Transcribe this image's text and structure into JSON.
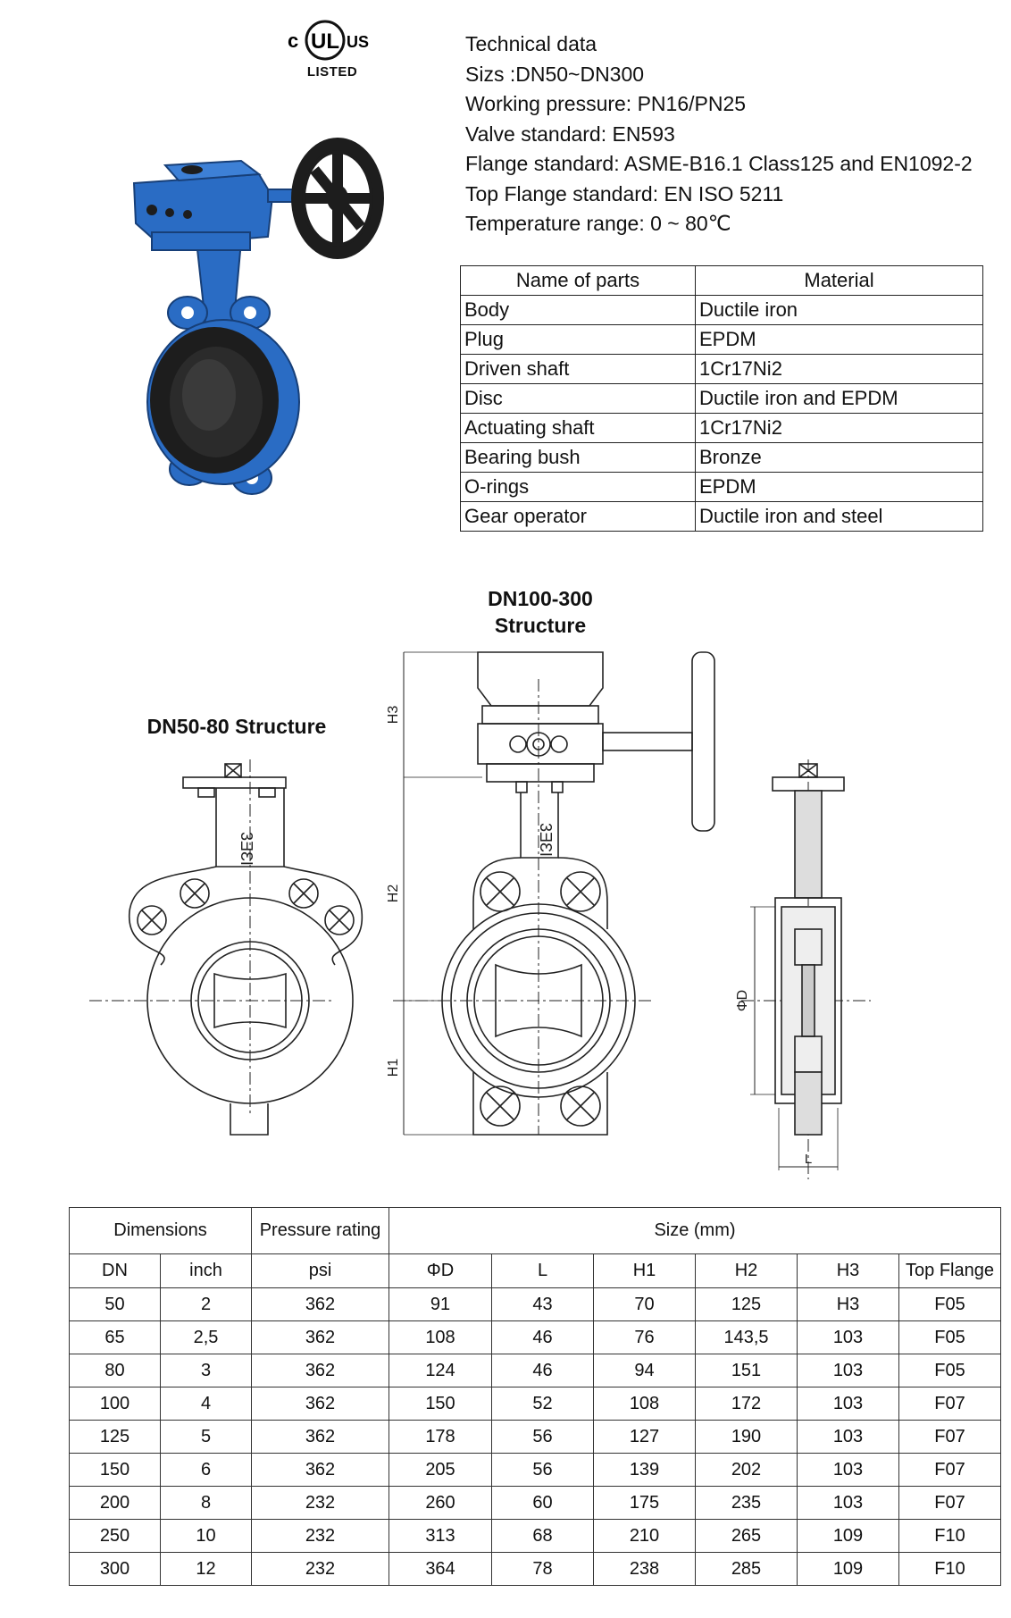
{
  "logo": {
    "left_text": "c",
    "center_text": "UL",
    "right_text": "US",
    "listed": "LISTED"
  },
  "technical_data": {
    "title": "Technical data",
    "lines": [
      "Sizs :DN50~DN300",
      "Working pressure: PN16/PN25",
      "Valve standard: EN593",
      "Flange standard:  ASME-B16.1 Class125 and EN1092-2",
      "Top Flange standard: EN ISO 5211",
      "Temperature range:   0 ~ 80℃"
    ]
  },
  "parts_table": {
    "headers": [
      "Name of parts",
      "Material"
    ],
    "rows": [
      [
        "Body",
        "Ductile iron"
      ],
      [
        "Plug",
        "EPDM"
      ],
      [
        "Driven shaft",
        "1Cr17Ni2"
      ],
      [
        "Disc",
        "Ductile iron and EPDM"
      ],
      [
        "Actuating shaft",
        "1Cr17Ni2"
      ],
      [
        "Bearing bush",
        "Bronze"
      ],
      [
        "O-rings",
        "EPDM"
      ],
      [
        "Gear operator",
        "Ductile iron and steel"
      ]
    ]
  },
  "drawings": {
    "dn100_title_1": "DN100-300",
    "dn100_title_2": "Structure",
    "dn50_title": "DN50-80 Structure",
    "body_mark": "3ƎƐI",
    "dims": {
      "h1": "H1",
      "h2": "H2",
      "h3": "H3",
      "od": "ΦD",
      "l": "L"
    }
  },
  "colors": {
    "valve_blue": "#2a6cc4",
    "valve_black": "#1d1d1d"
  },
  "dimensions_table": {
    "group_headers": {
      "dimensions": "Dimensions",
      "pressure": "Pressure rating",
      "size": "Size (mm)"
    },
    "headers": [
      "DN",
      "inch",
      "psi",
      "ΦD",
      "L",
      "H1",
      "H2",
      "H3",
      "Top Flange"
    ],
    "rows": [
      [
        "50",
        "2",
        "362",
        "91",
        "43",
        "70",
        "125",
        "H3",
        "F05"
      ],
      [
        "65",
        "2,5",
        "362",
        "108",
        "46",
        "76",
        "143,5",
        "103",
        "F05"
      ],
      [
        "80",
        "3",
        "362",
        "124",
        "46",
        "94",
        "151",
        "103",
        "F05"
      ],
      [
        "100",
        "4",
        "362",
        "150",
        "52",
        "108",
        "172",
        "103",
        "F07"
      ],
      [
        "125",
        "5",
        "362",
        "178",
        "56",
        "127",
        "190",
        "103",
        "F07"
      ],
      [
        "150",
        "6",
        "362",
        "205",
        "56",
        "139",
        "202",
        "103",
        "F07"
      ],
      [
        "200",
        "8",
        "232",
        "260",
        "60",
        "175",
        "235",
        "103",
        "F07"
      ],
      [
        "250",
        "10",
        "232",
        "313",
        "68",
        "210",
        "265",
        "109",
        "F10"
      ],
      [
        "300",
        "12",
        "232",
        "364",
        "78",
        "238",
        "285",
        "109",
        "F10"
      ]
    ]
  }
}
